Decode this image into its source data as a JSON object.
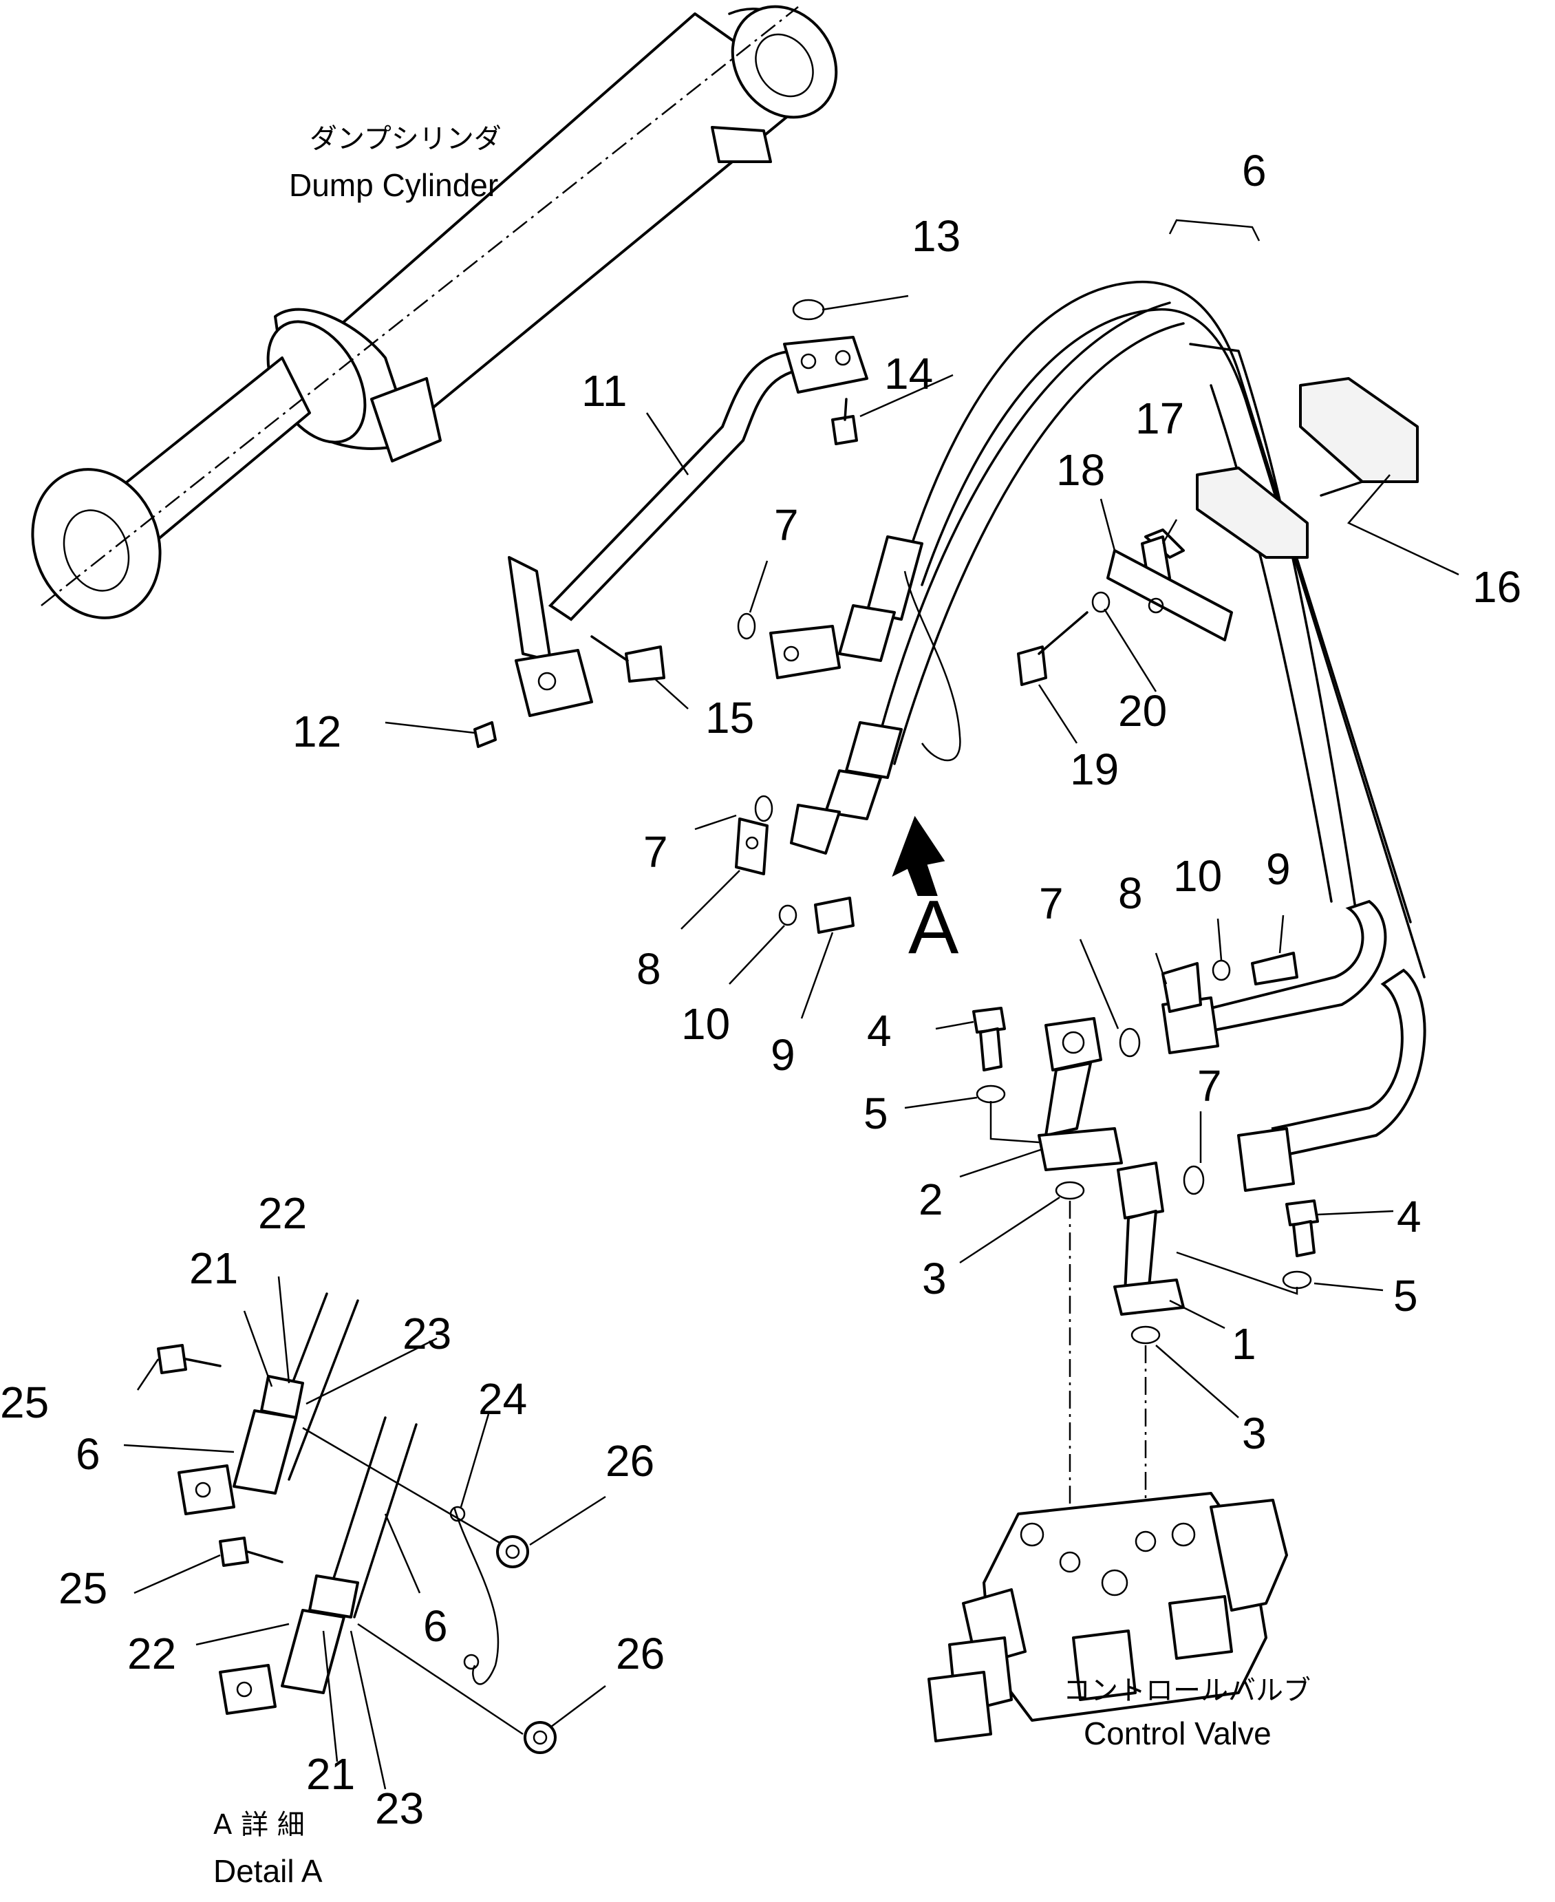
{
  "diagram": {
    "captions": {
      "dump_cylinder_jp": "ダンプシリンダ",
      "dump_cylinder_en": "Dump Cylinder",
      "control_valve_jp": "コントロールバルブ",
      "control_valve_en": "Control Valve",
      "detail_jp": "A 詳 細",
      "detail_en": "Detail A"
    },
    "view_arrow_label": "A",
    "part_numbers": {
      "n6_top": "6",
      "n13": "13",
      "n14": "14",
      "n11": "11",
      "n17": "17",
      "n18": "18",
      "n16": "16",
      "n7_a": "7",
      "n15": "15",
      "n12": "12",
      "n20": "20",
      "n19": "19",
      "n7_b": "7",
      "n8_a": "8",
      "n10_a": "10",
      "n9_a": "9",
      "n7_c": "7",
      "n8_b": "8",
      "n10_b": "10",
      "n9_b": "9",
      "n4_a": "4",
      "n5_a": "5",
      "n7_d": "7",
      "n2": "2",
      "n3_a": "3",
      "n4_b": "4",
      "n5_b": "5",
      "n1": "1",
      "n3_b": "3",
      "n22_a": "22",
      "n21_a": "21",
      "n25_a": "25",
      "n23_a": "23",
      "n24": "24",
      "n6_a": "6",
      "n26_a": "26",
      "n25_b": "25",
      "n6_b": "6",
      "n22_b": "22",
      "n26_b": "26",
      "n21_b": "21",
      "n23_b": "23"
    }
  }
}
